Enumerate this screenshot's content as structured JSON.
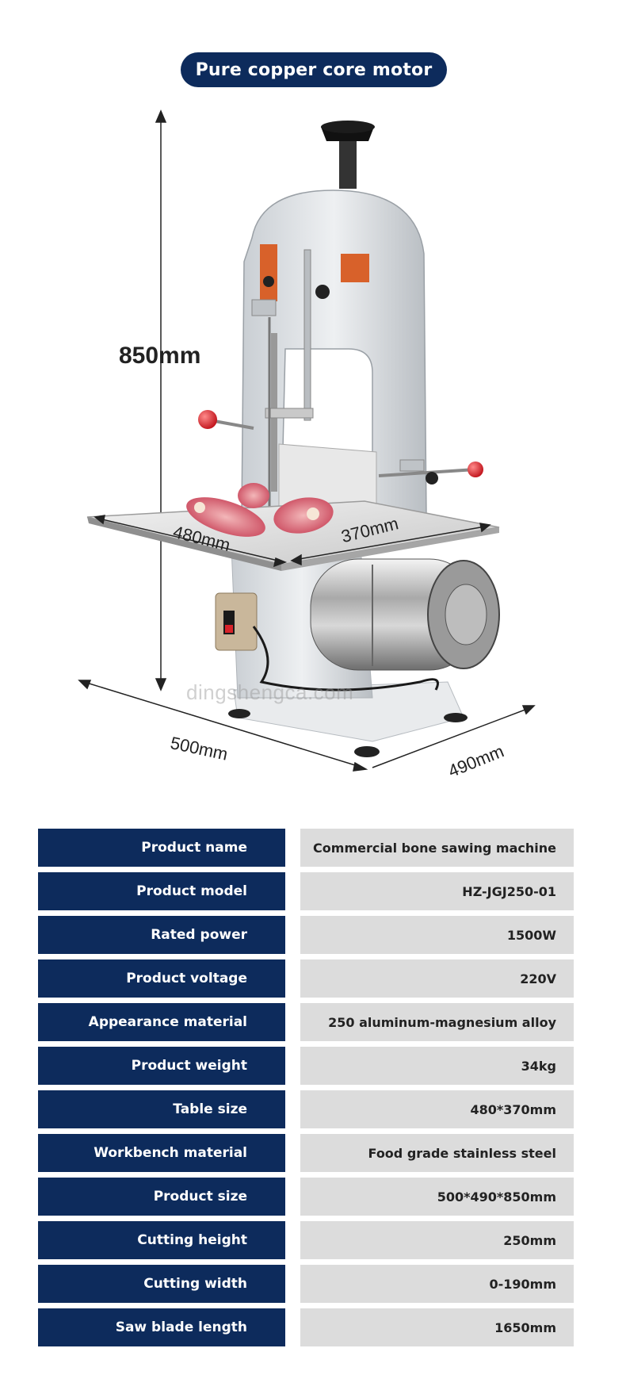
{
  "banner": {
    "title": "Pure copper core motor"
  },
  "dimensions": {
    "height": "850mm",
    "table_depth": "480mm",
    "table_width": "370mm",
    "base_length": "500mm",
    "base_width": "490mm"
  },
  "watermark": "dingshengca.com",
  "colors": {
    "navy": "#0d2b5c",
    "value_bg": "#dcdcdc",
    "knob_red": "#d8232a",
    "body_gray": "#e4e7ea"
  },
  "specs": [
    {
      "label": "Product name",
      "value": "Commercial bone sawing machine"
    },
    {
      "label": "Product model",
      "value": "HZ-JGJ250-01"
    },
    {
      "label": "Rated power",
      "value": "1500W"
    },
    {
      "label": "Product voltage",
      "value": "220V"
    },
    {
      "label": "Appearance material",
      "value": "250 aluminum-magnesium alloy"
    },
    {
      "label": "Product weight",
      "value": "34kg"
    },
    {
      "label": "Table size",
      "value": "480*370mm"
    },
    {
      "label": "Workbench material",
      "value": "Food grade stainless steel"
    },
    {
      "label": "Product size",
      "value": "500*490*850mm"
    },
    {
      "label": "Cutting height",
      "value": "250mm"
    },
    {
      "label": "Cutting width",
      "value": "0-190mm"
    },
    {
      "label": "Saw blade length",
      "value": "1650mm"
    }
  ]
}
